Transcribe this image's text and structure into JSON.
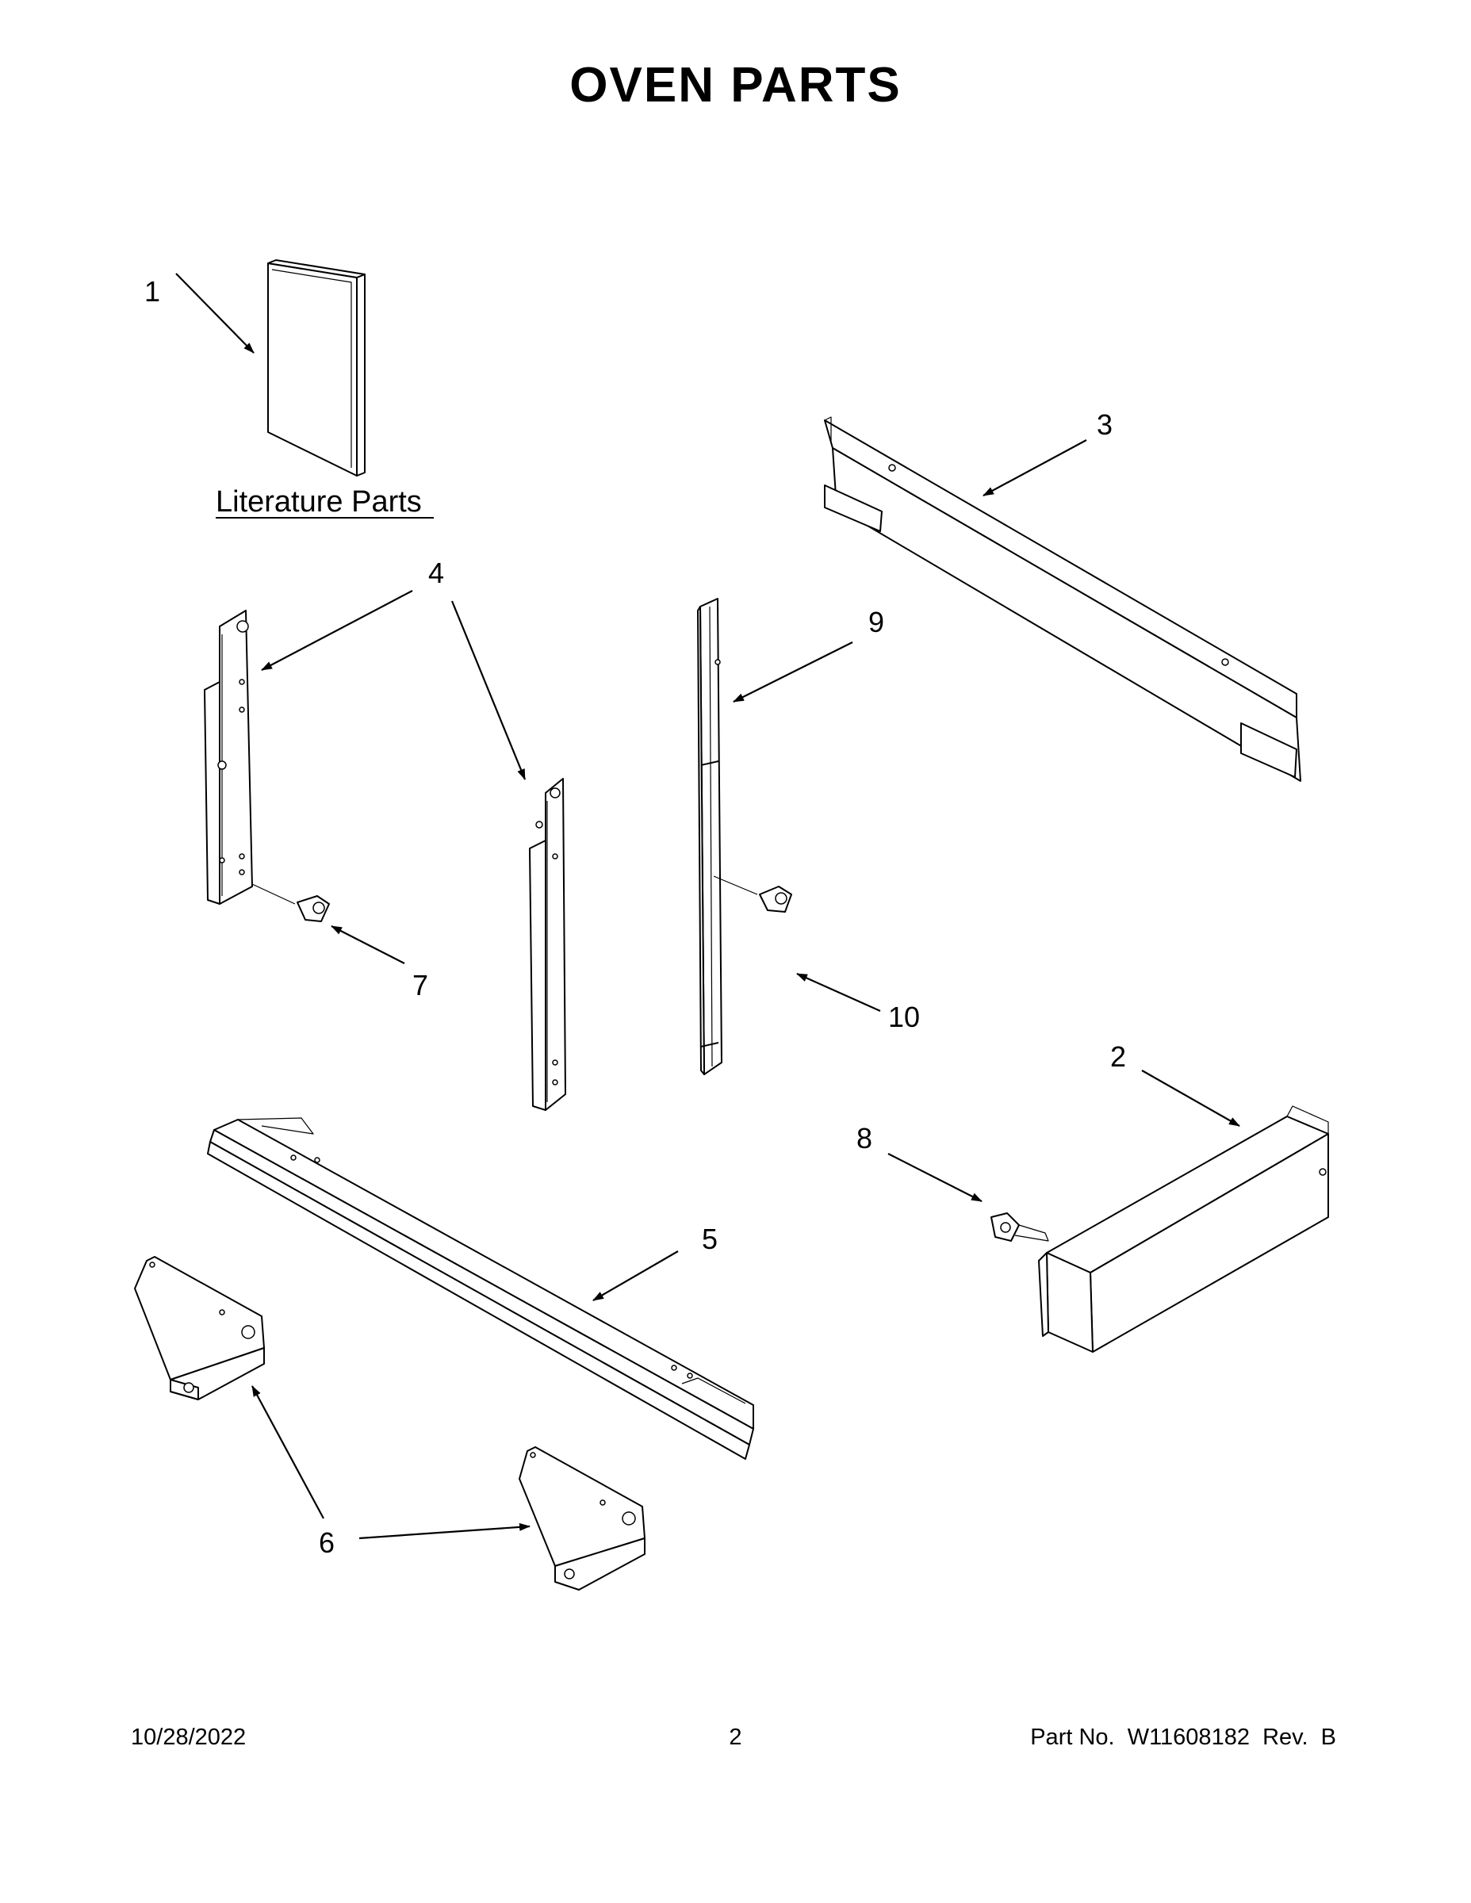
{
  "title": "OVEN PARTS",
  "literature_label": "Literature Parts",
  "callouts": {
    "c1": "1",
    "c2": "2",
    "c3": "3",
    "c4": "4",
    "c5": "5",
    "c6": "6",
    "c7": "7",
    "c8": "8",
    "c9": "9",
    "c10": "10"
  },
  "footer": {
    "date": "10/28/2022",
    "page": "2",
    "part": "Part No.  W11608182  Rev.  B"
  }
}
